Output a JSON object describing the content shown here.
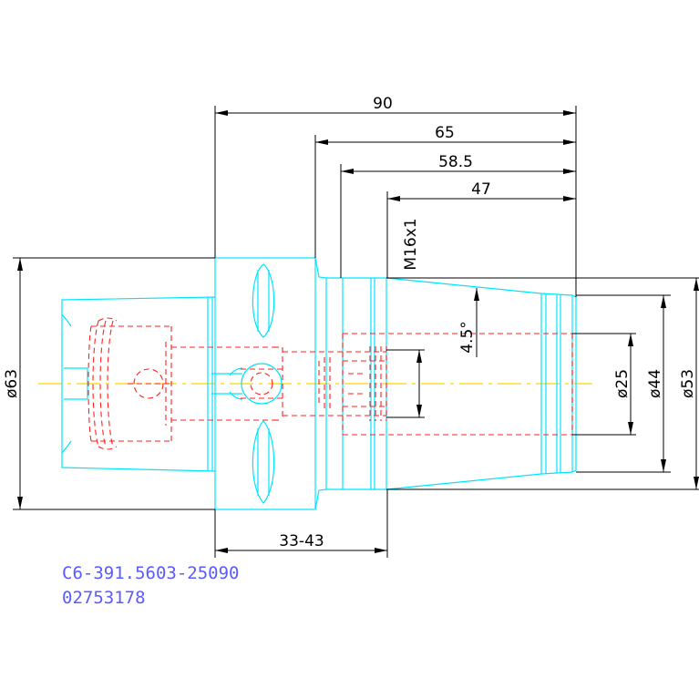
{
  "dimensions": {
    "length_total": "90",
    "length_65": "65",
    "length_58_5": "58.5",
    "length_47": "47",
    "thread": "M16x1",
    "taper_angle": "4.5°",
    "diameter_63": "ø63",
    "diameter_25": "ø25",
    "diameter_44": "ø44",
    "diameter_53": "ø53",
    "length_range": "33-43"
  },
  "part": {
    "code": "C6-391.5603-25090",
    "number": "02753178"
  },
  "colors": {
    "outline": "#00e5ff",
    "hidden": "#ff2020",
    "centerline": "#ffd400",
    "dimension": "#000000",
    "text_blue": "#5a5aff"
  }
}
